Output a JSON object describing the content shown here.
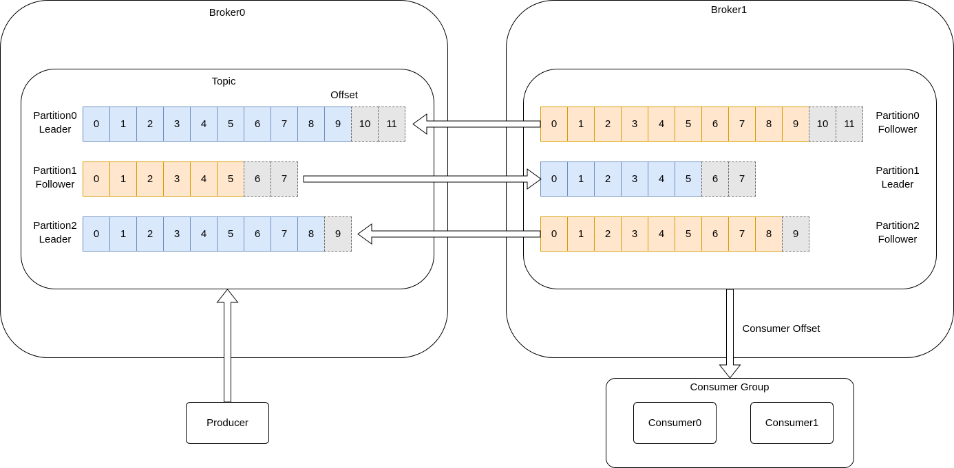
{
  "broker0": {
    "title": "Broker0"
  },
  "broker1": {
    "title": "Broker1"
  },
  "topic": {
    "title": "Topic",
    "offset_label": "Offset"
  },
  "broker0_partitions": [
    {
      "name": "Partition0",
      "role": "Leader",
      "color": "blue",
      "committed": [
        "0",
        "1",
        "2",
        "3",
        "4",
        "5",
        "6",
        "7",
        "8",
        "9"
      ],
      "pending": [
        "10",
        "11"
      ]
    },
    {
      "name": "Partition1",
      "role": "Follower",
      "color": "orange",
      "committed": [
        "0",
        "1",
        "2",
        "3",
        "4",
        "5"
      ],
      "pending": [
        "6",
        "7"
      ]
    },
    {
      "name": "Partition2",
      "role": "Leader",
      "color": "blue",
      "committed": [
        "0",
        "1",
        "2",
        "3",
        "4",
        "5",
        "6",
        "7",
        "8"
      ],
      "pending": [
        "9"
      ]
    }
  ],
  "broker1_partitions": [
    {
      "name": "Partition0",
      "role": "Follower",
      "color": "orange",
      "committed": [
        "0",
        "1",
        "2",
        "3",
        "4",
        "5",
        "6",
        "7",
        "8",
        "9"
      ],
      "pending": [
        "10",
        "11"
      ]
    },
    {
      "name": "Partition1",
      "role": "Leader",
      "color": "blue",
      "committed": [
        "0",
        "1",
        "2",
        "3",
        "4",
        "5"
      ],
      "pending": [
        "6",
        "7"
      ]
    },
    {
      "name": "Partition2",
      "role": "Follower",
      "color": "orange",
      "committed": [
        "0",
        "1",
        "2",
        "3",
        "4",
        "5",
        "6",
        "7",
        "8"
      ],
      "pending": [
        "9"
      ]
    }
  ],
  "producer": {
    "label": "Producer"
  },
  "consumer_offset": {
    "label": "Consumer Offset"
  },
  "consumer_group": {
    "title": "Consumer Group",
    "consumers": [
      "Consumer0",
      "Consumer1"
    ]
  },
  "colors": {
    "blue_fill": "#dae8fc",
    "blue_stroke": "#6c8ebf",
    "orange_fill": "#ffe6cc",
    "orange_stroke": "#d79b00",
    "pending_fill": "#e6e6e6"
  }
}
